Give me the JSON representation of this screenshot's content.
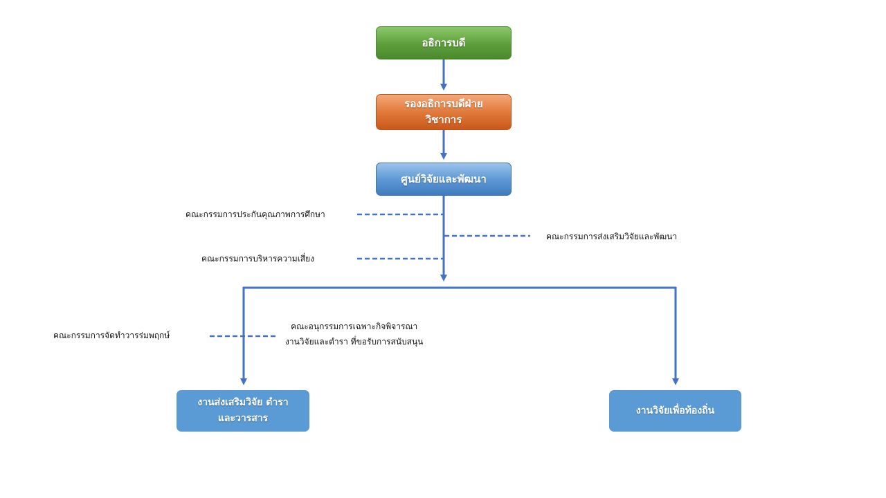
{
  "nodes": {
    "director": "อธิการบดี",
    "deputy_line1": "รองอธิการบดีฝ่าย",
    "deputy_line2": "วิชาการ",
    "center": "ศูนย์วิจัยและพัฒนา",
    "promotion_line1": "งานส่งเสริมวิจัย ตำรา",
    "promotion_line2": "และวารสาร",
    "local_research": "งานวิจัยเพื่อท้องถิ่น"
  },
  "committees": {
    "quality_assurance": "คณะกรรมการประกันคุณภาพการศึกษา",
    "research_promotion": "คณะกรรมการส่งเสริมวิจัยและพัฒนา",
    "risk_management": "คณะกรรมการบริหารความเสี่ยง",
    "journal": "คณะกรรมการจัดทำวารร่มพฤกษ์",
    "subcommittee_line1": "คณะอนุกรรมการเฉพาะกิจพิจารณา",
    "subcommittee_line2": "งานวิจัยและตำรา ที่ขอรับการสนับสนุน"
  },
  "colors": {
    "connector": "#4472c4",
    "director": "#5d9e3b",
    "deputy": "#e07a3c",
    "center": "#5f99d6",
    "unit": "#5b9bd5"
  }
}
